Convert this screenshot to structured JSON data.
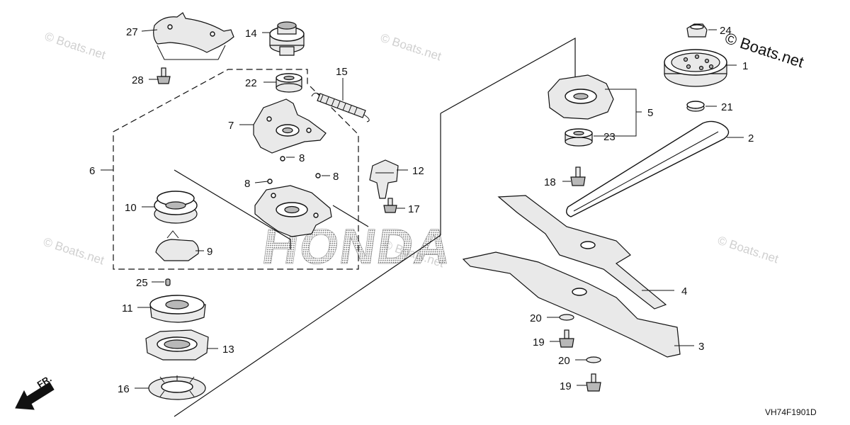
{
  "diagram": {
    "drawing_code": "VH74F1901D",
    "direction_marker": "FR.",
    "brand_logo": "HONDA",
    "watermark": "© Boats.net",
    "watermark_large": "© Boats.net"
  },
  "callouts": [
    {
      "id": "c1",
      "label": "1"
    },
    {
      "id": "c2",
      "label": "2"
    },
    {
      "id": "c3",
      "label": "3"
    },
    {
      "id": "c4",
      "label": "4"
    },
    {
      "id": "c5",
      "label": "5"
    },
    {
      "id": "c6",
      "label": "6"
    },
    {
      "id": "c7",
      "label": "7"
    },
    {
      "id": "c8a",
      "label": "8"
    },
    {
      "id": "c8b",
      "label": "8"
    },
    {
      "id": "c8c",
      "label": "8"
    },
    {
      "id": "c9",
      "label": "9"
    },
    {
      "id": "c10",
      "label": "10"
    },
    {
      "id": "c11",
      "label": "11"
    },
    {
      "id": "c12",
      "label": "12"
    },
    {
      "id": "c13",
      "label": "13"
    },
    {
      "id": "c14",
      "label": "14"
    },
    {
      "id": "c15",
      "label": "15"
    },
    {
      "id": "c16",
      "label": "16"
    },
    {
      "id": "c17",
      "label": "17"
    },
    {
      "id": "c18",
      "label": "18"
    },
    {
      "id": "c19a",
      "label": "19"
    },
    {
      "id": "c19b",
      "label": "19"
    },
    {
      "id": "c20a",
      "label": "20"
    },
    {
      "id": "c20b",
      "label": "20"
    },
    {
      "id": "c21",
      "label": "21"
    },
    {
      "id": "c22",
      "label": "22"
    },
    {
      "id": "c23",
      "label": "23"
    },
    {
      "id": "c24",
      "label": "24"
    },
    {
      "id": "c25",
      "label": "25"
    },
    {
      "id": "c27",
      "label": "27"
    },
    {
      "id": "c28",
      "label": "28"
    }
  ]
}
